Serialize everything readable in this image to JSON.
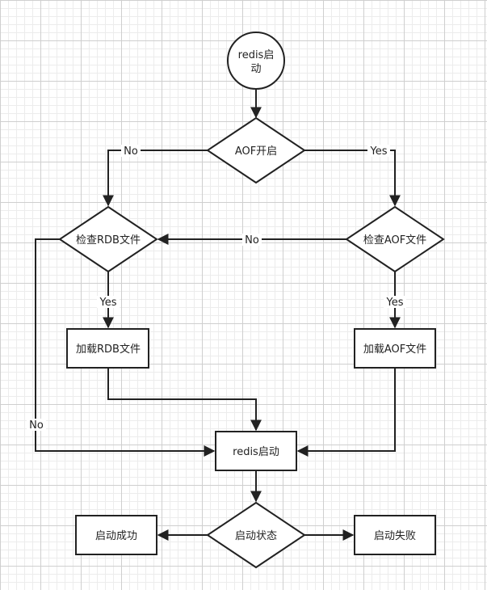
{
  "nodes": {
    "start_line1": "redis启",
    "start_line2": "动",
    "aof_enabled": "AOF开启",
    "check_rdb": "检查RDB文件",
    "check_aof": "检查AOF文件",
    "load_rdb": "加载RDB文件",
    "load_aof": "加载AOF文件",
    "redis_start": "redis启动",
    "start_status": "启动状态",
    "start_success": "启动成功",
    "start_fail": "启动失败"
  },
  "edges": {
    "aof_no": "No",
    "aof_yes": "Yes",
    "check_aof_no": "No",
    "check_rdb_yes": "Yes",
    "check_aof_yes": "Yes",
    "check_rdb_no": "No"
  }
}
